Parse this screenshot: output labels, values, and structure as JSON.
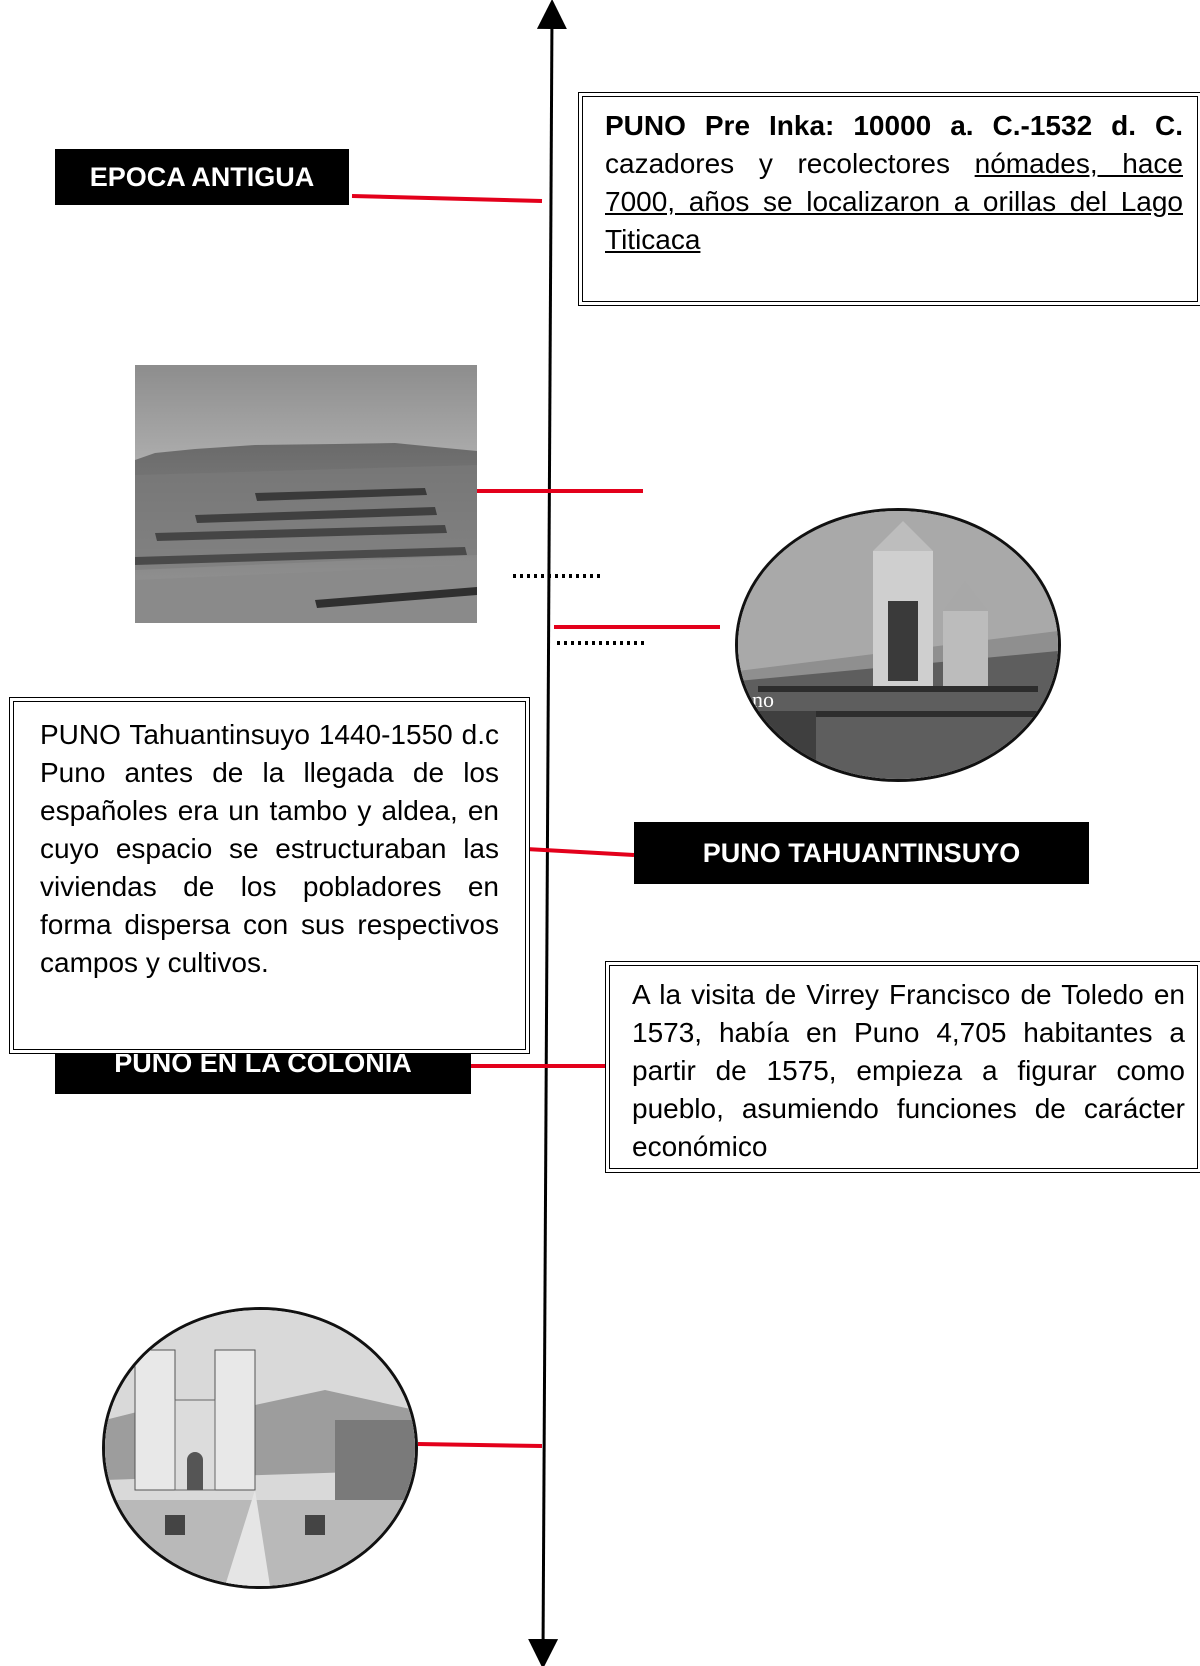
{
  "labels": {
    "epoca_antigua": "EPOCA ANTIGUA",
    "tahuantinsuyo": "PUNO TAHUANTINSUYO",
    "colonia": "PUNO EN LA COLONIA"
  },
  "boxes": {
    "pre_inka": {
      "title": "PUNO Pre Inka: 10000 a. C.-1532 d. C.",
      "text_plain": "cazadores y recolectores",
      "text_underlined": "nómades, hace 7000, años se localizaron a orillas del Lago Titicaca"
    },
    "tahuantinsuyo": {
      "text": "PUNO Tahuantinsuyo 1440-1550 d.c Puno antes de la llegada de los españoles era un tambo y aldea, en cuyo espacio se estructuraban las viviendas de los pobladores en forma dispersa con sus respectivos campos y cultivos."
    },
    "colonia": {
      "text": "A la visita de Virrey Francisco de Toledo en 1573, había en Puno 4,705 habitantes a partir de 1575, empieza a figurar como pueblo, asumiendo funciones de carácter económico"
    }
  },
  "photo_captions": {
    "church_photo_corner_text": "no"
  },
  "colors": {
    "connector": "#e3001b",
    "label_bg": "#000000",
    "label_text": "#ffffff"
  }
}
